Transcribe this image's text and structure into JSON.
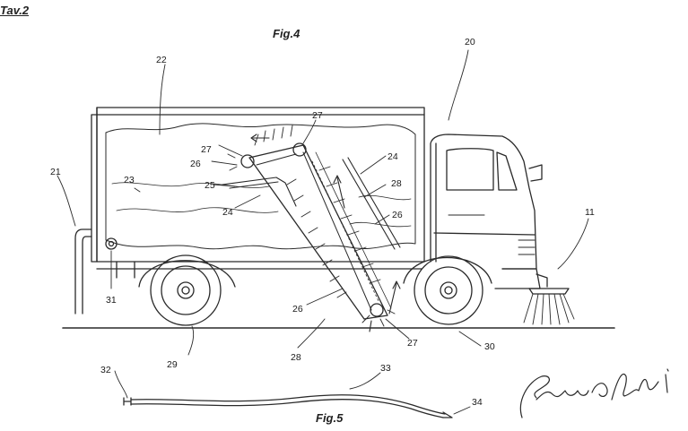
{
  "sheet_label": "Tav.2",
  "figures": {
    "fig4_title": "Fig.4",
    "fig5_title": "Fig.5"
  },
  "reference_numerals": {
    "n20": "20",
    "n22": "22",
    "n27_top": "27",
    "n27_left": "27",
    "n26_left": "26",
    "n24_right": "24",
    "n28_right": "28",
    "n21": "21",
    "n23": "23",
    "n25": "25",
    "n24_mid": "24",
    "n26_right": "26",
    "n11": "11",
    "n31": "31",
    "n26_low": "26",
    "n27_low": "27",
    "n28_low": "28",
    "n29": "29",
    "n30": "30",
    "n32": "32",
    "n33": "33",
    "n34": "34"
  },
  "signature": "Franco Pelli"
}
